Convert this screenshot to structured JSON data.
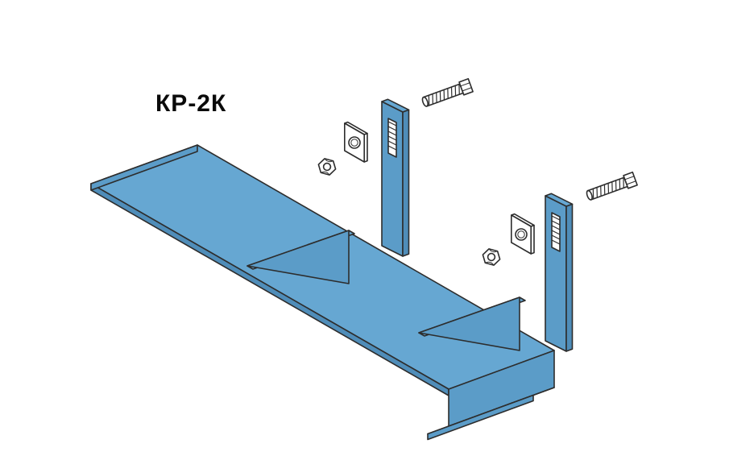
{
  "title": {
    "label": "КР-2К"
  },
  "colors": {
    "background": "#ffffff",
    "surface_top": "#66a7d2",
    "surface_front": "#5b9cc8",
    "surface_side": "#4f8db9",
    "outline": "#2d2d2d",
    "hardware": "#ffffff"
  },
  "diagram": {
    "type": "isometric exploded technical illustration",
    "part_label": "КР-2К",
    "components": [
      {
        "name": "bracket-arm",
        "count": 1
      },
      {
        "name": "gusset-plate",
        "count": 2
      },
      {
        "name": "serrated-clamp-tab",
        "count": 2
      },
      {
        "name": "hex-bolt",
        "count": 2
      },
      {
        "name": "clamp-plate-with-hole",
        "count": 2
      },
      {
        "name": "hex-nut",
        "count": 2
      }
    ]
  }
}
